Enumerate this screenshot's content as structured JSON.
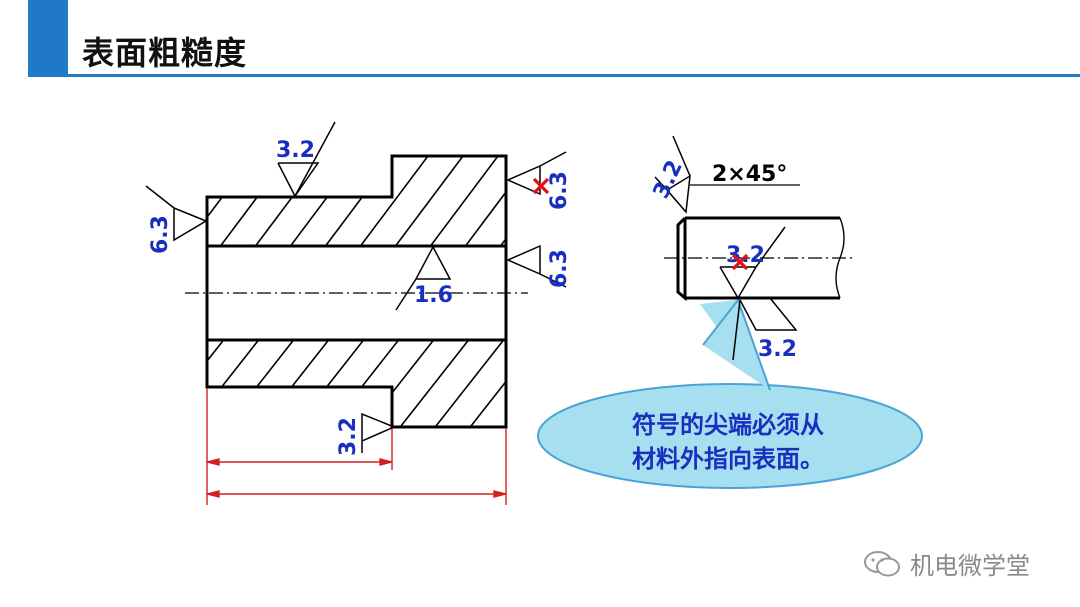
{
  "title": "表面粗糙度",
  "colors": {
    "accent": "#1f78c8",
    "value_text": "#1a2fc0",
    "dimension": "#d22020",
    "cross": "#e01010",
    "callout_fill": "#a6dff0",
    "callout_stroke": "#4aa3d6"
  },
  "left_part": {
    "roughness_labels": [
      "3.2",
      "6.3",
      "6.3",
      "6.3",
      "1.6",
      "3.2"
    ]
  },
  "right_part": {
    "chamfer_label": "2×45°",
    "roughness_labels": [
      "3.2",
      "3.2",
      "3.2"
    ]
  },
  "callout": {
    "line1": "符号的尖端必须从",
    "line2": "材料外指向表面。"
  },
  "watermark": "机电微学堂"
}
